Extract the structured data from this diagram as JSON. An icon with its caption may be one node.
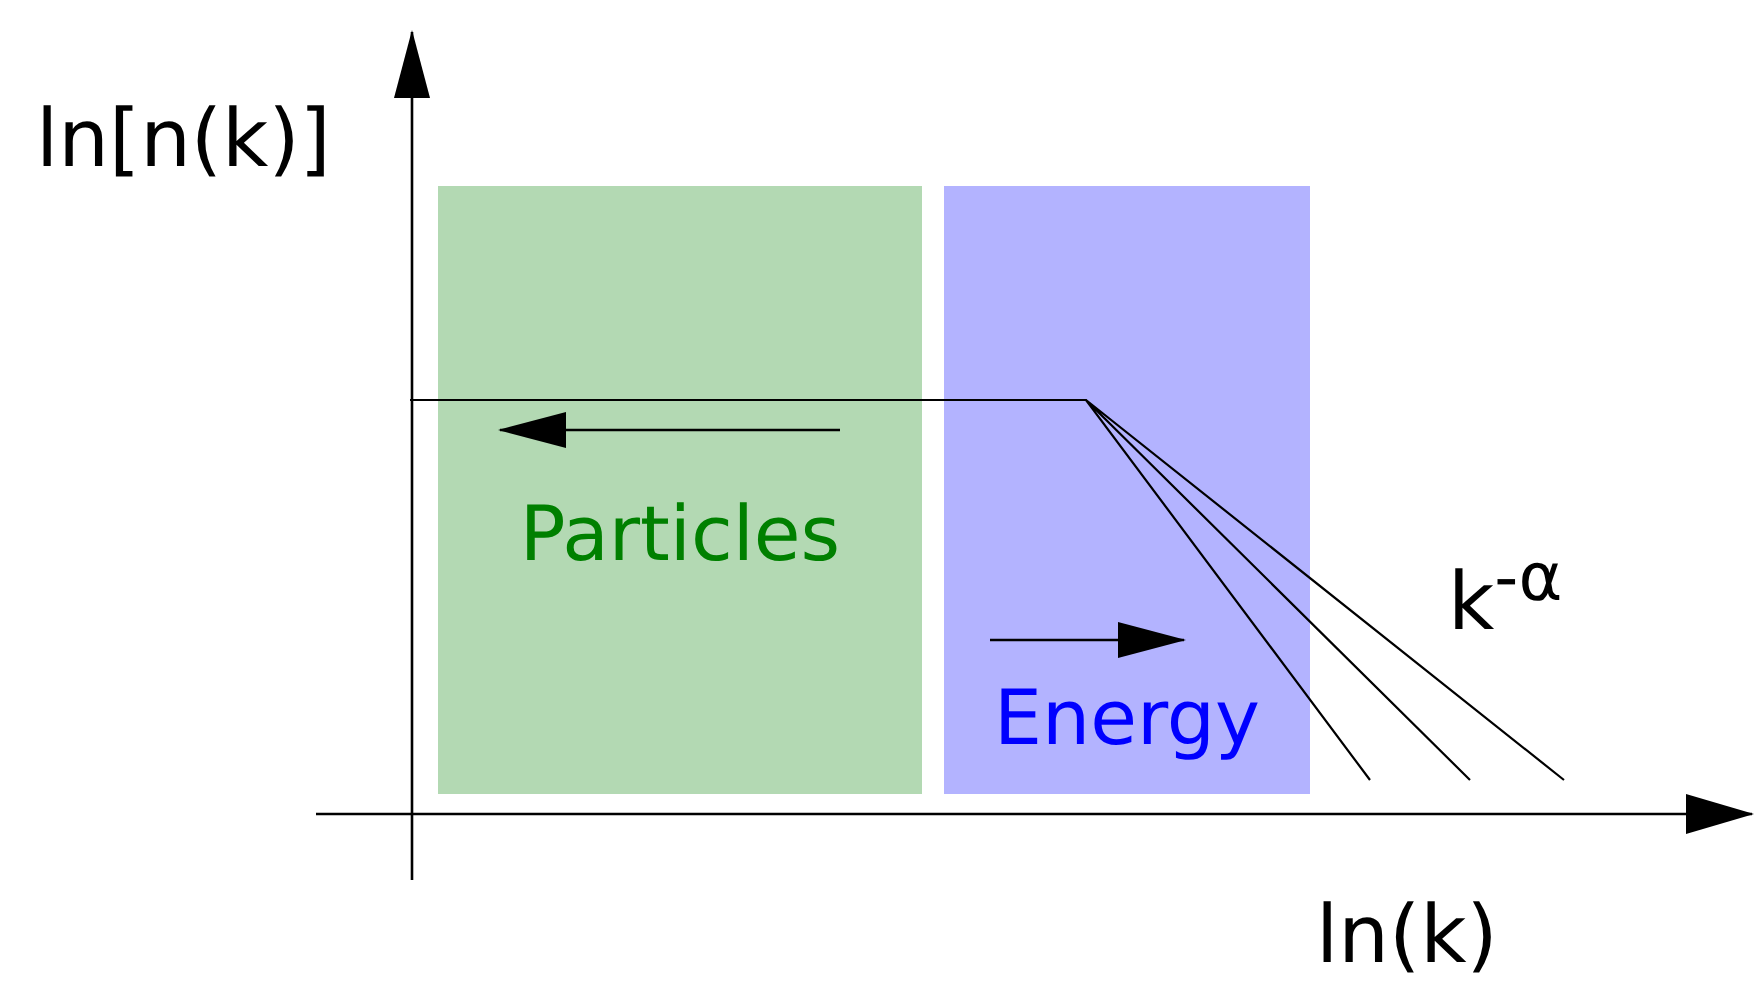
{
  "diagram": {
    "nodes": [
      {
        "text": [
          "Particles"
        ]
      },
      {
        "text": [
          "Energy"
        ]
      }
    ],
    "edges": [],
    "labels": [
      "ln[n(k)]",
      "k$^{-α}$",
      "ln(k)"
    ]
  }
}
